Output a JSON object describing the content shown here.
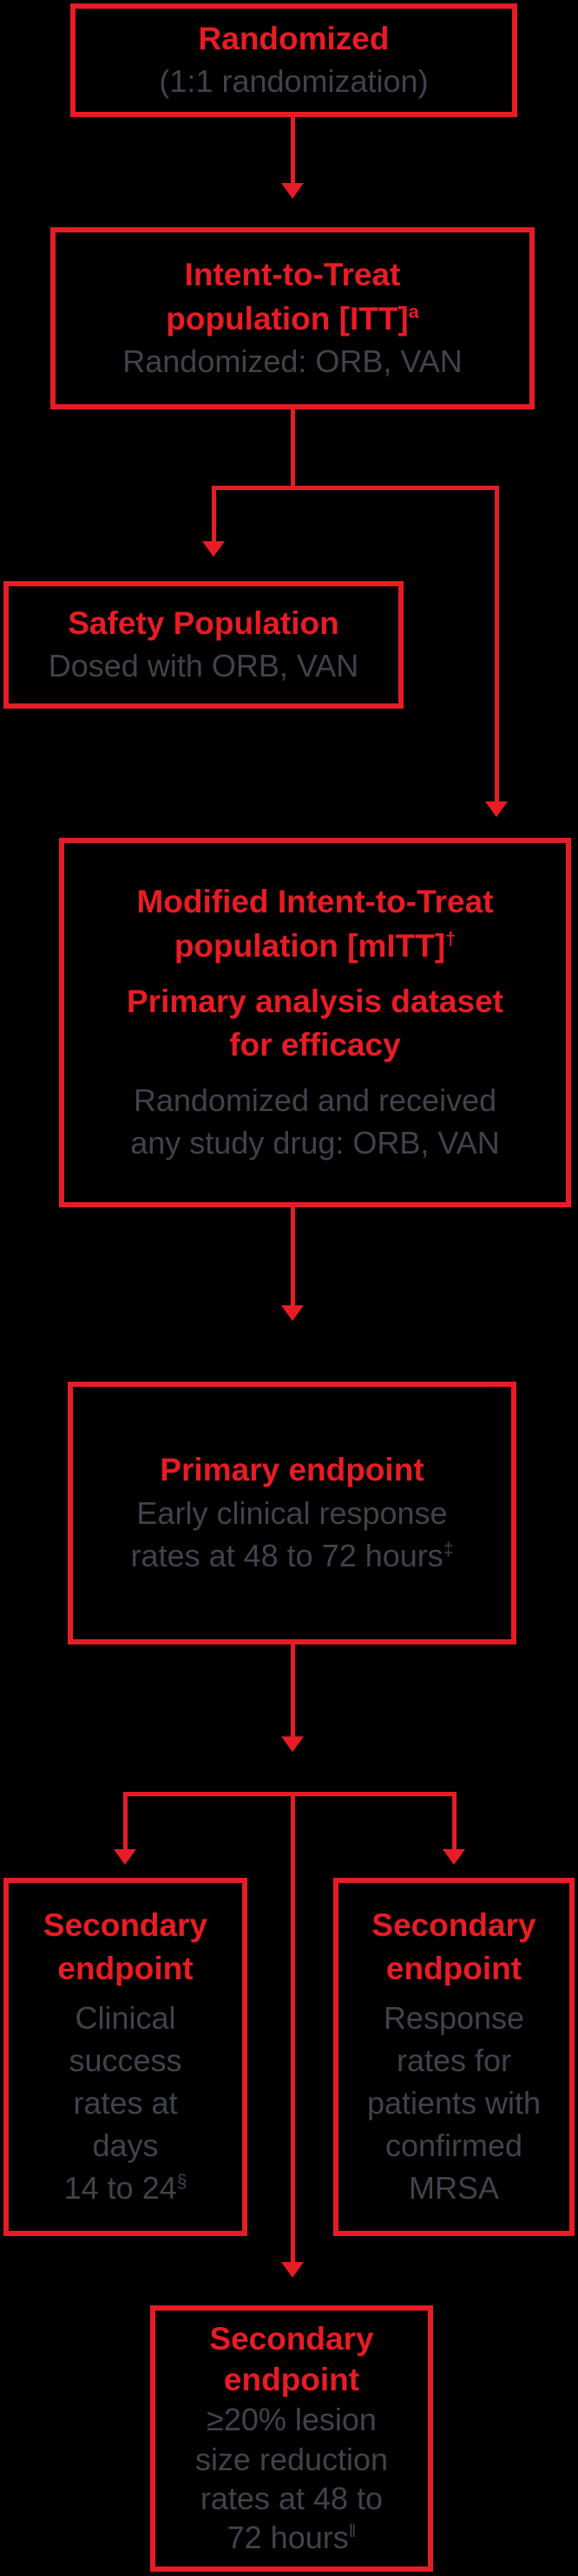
{
  "diagram": {
    "kind": "clinical-trial-population-flowchart",
    "palette": {
      "background": "#000000",
      "accent_red": "#e81c25",
      "muted_gray_text": "#3f444b"
    }
  },
  "nodes": {
    "randomized": {
      "title": "Randomized",
      "subtitle": "(1:1 randomization)"
    },
    "itt": {
      "title_line1": "Intent-to-Treat",
      "title_line2": "population [ITT]",
      "title_sup": "a",
      "subtitle": "Randomized: ORB, VAN"
    },
    "safety": {
      "title": "Safety Population",
      "subtitle": "Dosed with ORB, VAN"
    },
    "mitt": {
      "title1_line1": "Modified Intent-to-Treat",
      "title1_line2": "population [mITT]",
      "title1_sup": "†",
      "title2_line1": "Primary analysis dataset",
      "title2_line2": "for efficacy",
      "subtitle_line1": "Randomized and received",
      "subtitle_line2": "any study drug: ORB, VAN"
    },
    "primary": {
      "title": "Primary endpoint",
      "subtitle_line1": "Early clinical response",
      "subtitle_line2": "rates at 48 to 72 hours",
      "subtitle_sup": "‡"
    },
    "secondary_left": {
      "title_line1": "Secondary",
      "title_line2": "endpoint",
      "subtitle_lines": [
        "Clinical",
        "success",
        "rates at",
        "days",
        "14 to 24"
      ],
      "subtitle_sup": "§"
    },
    "secondary_right": {
      "title_line1": "Secondary",
      "title_line2": "endpoint",
      "subtitle_lines": [
        "Response",
        "rates for",
        "patients with",
        "confirmed",
        "MRSA"
      ]
    },
    "secondary_bottom": {
      "title_line1": "Secondary",
      "title_line2": "endpoint",
      "subtitle_lines": [
        "≥20% lesion",
        "size reduction",
        "rates at 48 to",
        "72 hours"
      ],
      "subtitle_sup": "‖"
    }
  }
}
